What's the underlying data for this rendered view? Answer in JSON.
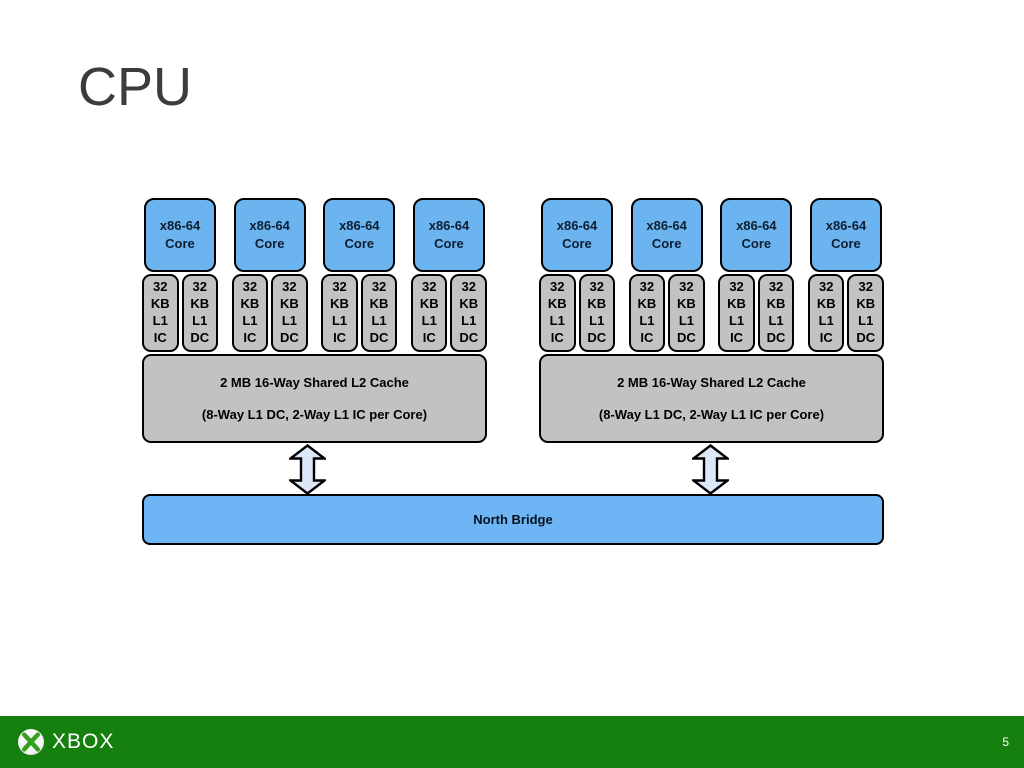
{
  "slide": {
    "title": "CPU",
    "page_number": "5",
    "footer_brand": "XBOX"
  },
  "colors": {
    "core_blue": "#6cb4f0",
    "cache_gray": "#c2c2c2",
    "arrow_fill": "#dce7f7",
    "north_bridge_blue": "#6db5f4",
    "footer_green": "#15800d",
    "title_gray": "#3c3c3c",
    "outline_black": "#000000"
  },
  "diagram": {
    "north_bridge_label": "North Bridge",
    "clusters": [
      {
        "l2_line1": "2 MB 16-Way Shared L2 Cache",
        "l2_line2": "(8-Way L1 DC, 2-Way L1 IC per Core)",
        "cores": [
          {
            "core": "x86-64\nCore",
            "ic": "32\nKB\nL1\nIC",
            "dc": "32\nKB\nL1\nDC"
          },
          {
            "core": "x86-64\nCore",
            "ic": "32\nKB\nL1\nIC",
            "dc": "32\nKB\nL1\nDC"
          },
          {
            "core": "x86-64\nCore",
            "ic": "32\nKB\nL1\nIC",
            "dc": "32\nKB\nL1\nDC"
          },
          {
            "core": "x86-64\nCore",
            "ic": "32\nKB\nL1\nIC",
            "dc": "32\nKB\nL1\nDC"
          }
        ]
      },
      {
        "l2_line1": "2 MB 16-Way Shared L2 Cache",
        "l2_line2": "(8-Way L1 DC, 2-Way L1 IC per Core)",
        "cores": [
          {
            "core": "x86-64\nCore",
            "ic": "32\nKB\nL1\nIC",
            "dc": "32\nKB\nL1\nDC"
          },
          {
            "core": "x86-64\nCore",
            "ic": "32\nKB\nL1\nIC",
            "dc": "32\nKB\nL1\nDC"
          },
          {
            "core": "x86-64\nCore",
            "ic": "32\nKB\nL1\nIC",
            "dc": "32\nKB\nL1\nDC"
          },
          {
            "core": "x86-64\nCore",
            "ic": "32\nKB\nL1\nIC",
            "dc": "32\nKB\nL1\nDC"
          }
        ]
      }
    ]
  }
}
